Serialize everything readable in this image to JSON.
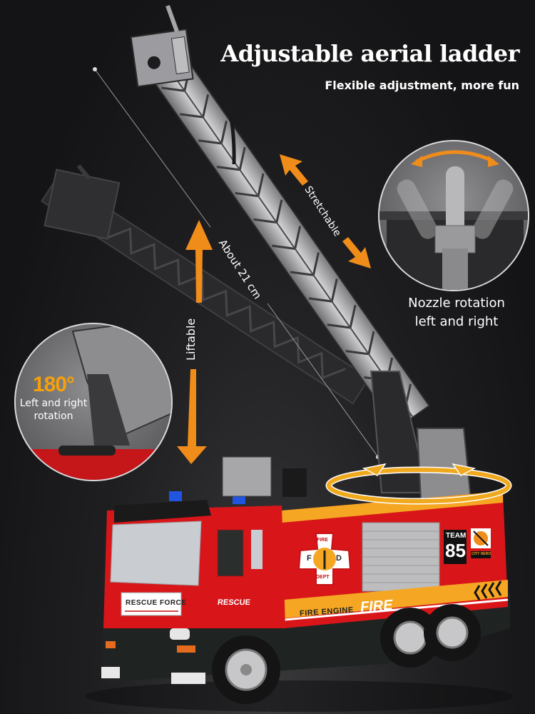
{
  "header": {
    "title": "Adjustable aerial ladder",
    "subtitle": "Flexible adjustment, more fun"
  },
  "annotations": {
    "stretchable": "Stretchable",
    "length": "About 21 cm",
    "liftable": "Liftable"
  },
  "callouts": {
    "nozzle": {
      "line1": "Nozzle rotation",
      "line2": "left and right"
    },
    "rotation": {
      "degrees": "180°",
      "line1": "Left and right",
      "line2": "rotation"
    }
  },
  "truck_decals": {
    "cab_plate": "RESCUE FORCE",
    "door": "RESCUE",
    "badge_top": "FIRE",
    "badge_left": "F",
    "badge_right": "D",
    "badge_bottom": "DEPT",
    "side_stripe": "FIRE ENGINE",
    "side_script": "FIRE",
    "team_label": "TEAM",
    "team_number": "85",
    "city_hero": "CITY HERO"
  },
  "colors": {
    "accent_orange": "#f08c1a",
    "rotation_ring": "#f0a81c",
    "truck_red": "#d8161a",
    "stripe_yellow": "#f5a623",
    "background": "#141416"
  }
}
